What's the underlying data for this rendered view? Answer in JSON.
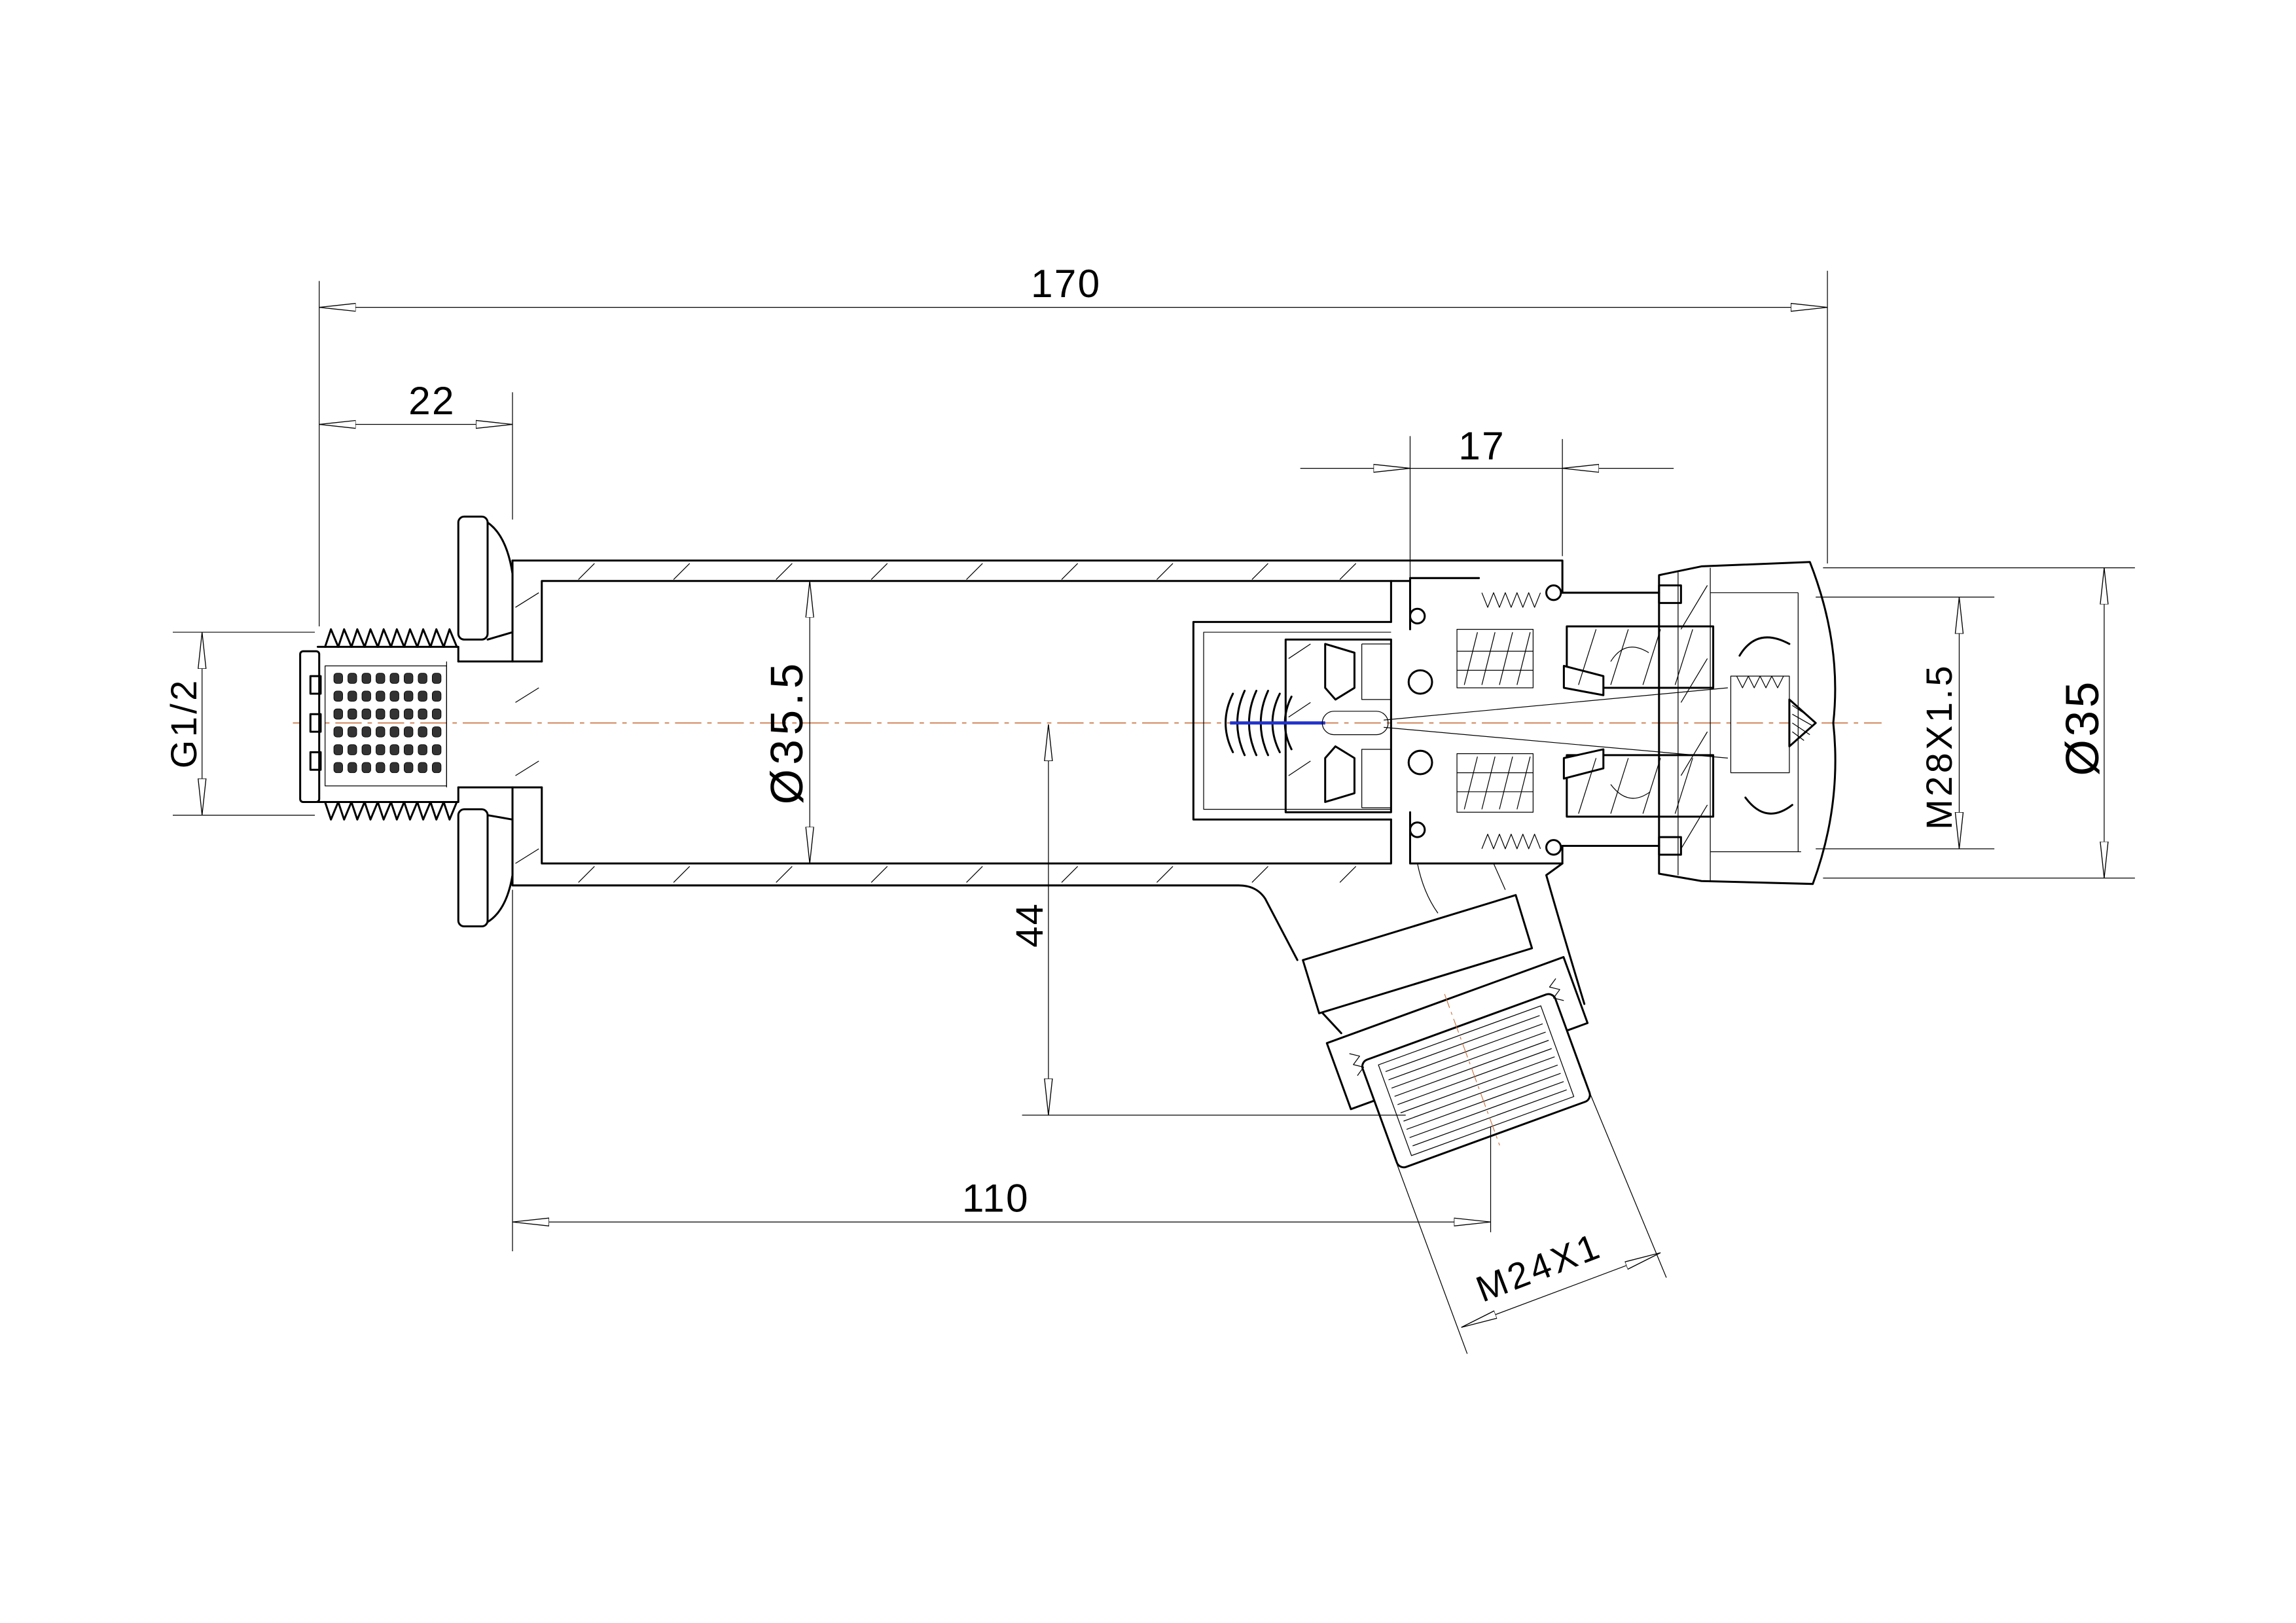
{
  "dimensions": {
    "overall_length": "170",
    "inlet_thread_length": "22",
    "nut_width": "17",
    "inlet_thread": "G1/2",
    "body_diameter": "Ø35.5",
    "spout_height": "44",
    "spout_reach": "110",
    "bonnet_thread": "M28X1.5",
    "handle_diameter": "Ø35",
    "aerator_thread": "M24X1"
  },
  "colors": {
    "line": "#000000",
    "centerline": "#c8703c",
    "rod": "#2233cc",
    "background": "#ffffff"
  }
}
